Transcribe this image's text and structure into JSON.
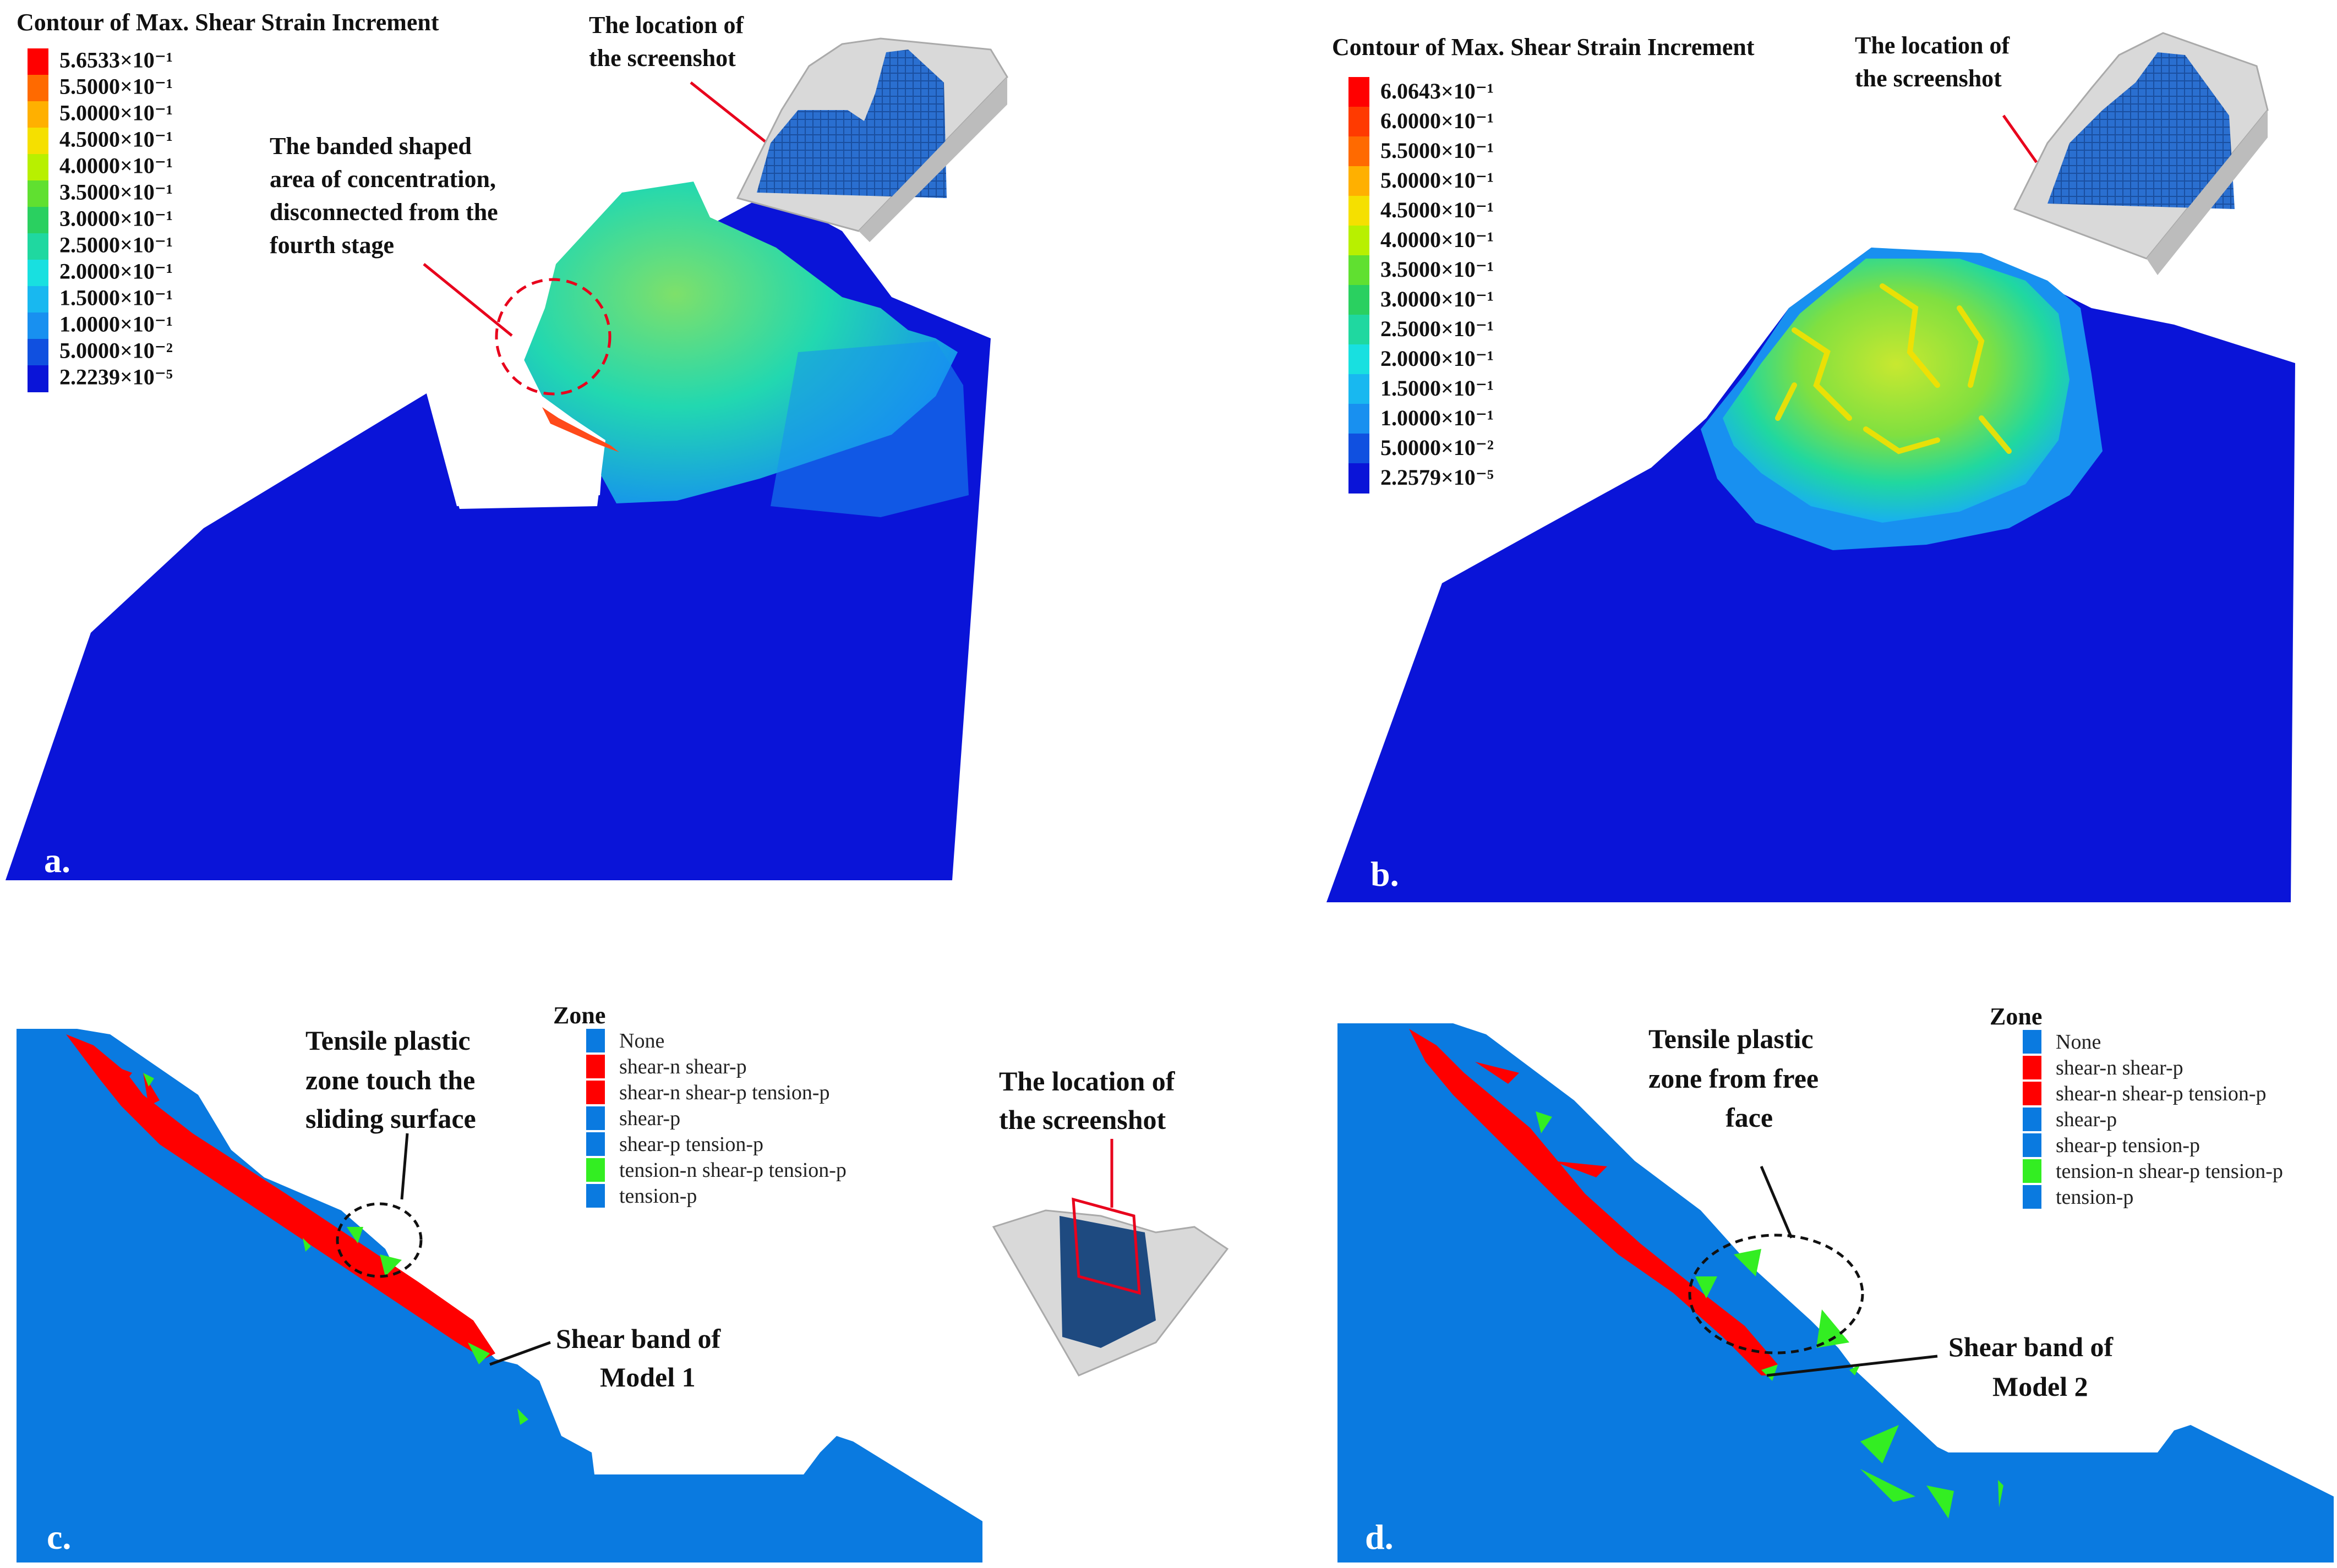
{
  "panel_a": {
    "label": "a.",
    "legend_title": "Contour of Max. Shear Strain Increment",
    "legend_values": [
      "5.6533×10⁻¹",
      "5.5000×10⁻¹",
      "5.0000×10⁻¹",
      "4.5000×10⁻¹",
      "4.0000×10⁻¹",
      "3.5000×10⁻¹",
      "3.0000×10⁻¹",
      "2.5000×10⁻¹",
      "2.0000×10⁻¹",
      "1.5000×10⁻¹",
      "1.0000×10⁻¹",
      "5.0000×10⁻²",
      "2.2239×10⁻⁵"
    ],
    "location_label": [
      "The location of",
      "the screenshot"
    ],
    "annotation": [
      "The banded shaped",
      "area of concentration,",
      "disconnected from the",
      "fourth stage"
    ]
  },
  "panel_b": {
    "label": "b.",
    "legend_title": "Contour of Max. Shear Strain Increment",
    "legend_values": [
      "6.0643×10⁻¹",
      "6.0000×10⁻¹",
      "5.5000×10⁻¹",
      "5.0000×10⁻¹",
      "4.5000×10⁻¹",
      "4.0000×10⁻¹",
      "3.5000×10⁻¹",
      "3.0000×10⁻¹",
      "2.5000×10⁻¹",
      "2.0000×10⁻¹",
      "1.5000×10⁻¹",
      "1.0000×10⁻¹",
      "5.0000×10⁻²",
      "2.2579×10⁻⁵"
    ],
    "location_label": [
      "The location of",
      "the screenshot"
    ]
  },
  "panel_c": {
    "label": "c.",
    "zone_title": "Zone",
    "zone_items": [
      "None",
      "shear-n shear-p",
      "shear-n shear-p tension-p",
      "shear-p",
      "shear-p tension-p",
      "tension-n shear-p tension-p",
      "tension-p"
    ],
    "annotation_tensile": [
      "Tensile plastic",
      "zone touch the",
      "sliding surface"
    ],
    "annotation_shear": [
      "Shear band of",
      "Model 1"
    ],
    "location_label": [
      "The location of",
      "the screenshot"
    ]
  },
  "panel_d": {
    "label": "d.",
    "zone_title": "Zone",
    "zone_items": [
      "None",
      "shear-n shear-p",
      "shear-n shear-p tension-p",
      "shear-p",
      "shear-p tension-p",
      "tension-n shear-p tension-p",
      "tension-p"
    ],
    "annotation_tensile": [
      "Tensile plastic",
      "zone from free",
      "face"
    ],
    "annotation_shear": [
      "Shear band of",
      "Model 2"
    ]
  },
  "colors": {
    "contour_scale": [
      "#ff0000",
      "#ff6a00",
      "#ffb000",
      "#f5e000",
      "#b8f000",
      "#60e030",
      "#2ad060",
      "#1fd8a0",
      "#18e0e0",
      "#18b8f0",
      "#1890f0",
      "#1050e0",
      "#0a14d8"
    ],
    "zone": [
      "#0a7ae0",
      "#ff0000",
      "#ff0000",
      "#0a7ae0",
      "#0a7ae0",
      "#33ee22",
      "#0a7ae0"
    ],
    "annotation_red": "#e8001c",
    "block_blue": "#0a14d8",
    "zone_blue": "#0a7ae0"
  }
}
